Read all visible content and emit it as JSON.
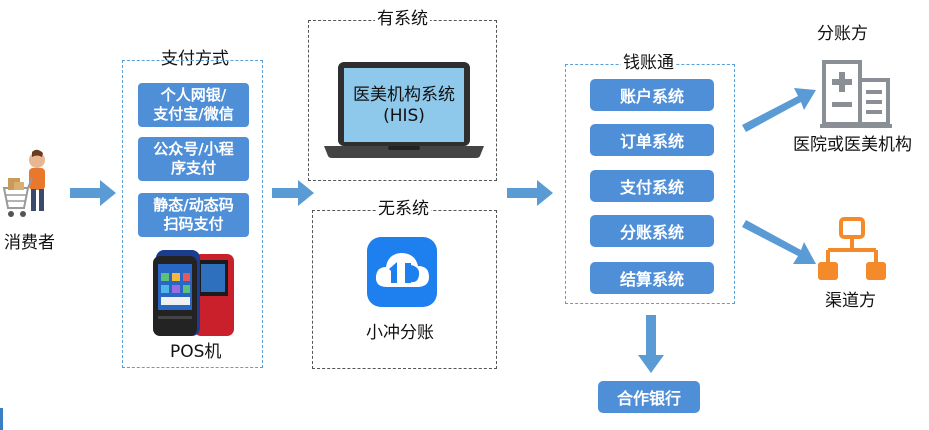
{
  "consumer": {
    "label": "消费者",
    "icon": "shopping-cart-person-icon"
  },
  "payment": {
    "title": "支付方式",
    "items": [
      "个人网银/\n支付宝/微信",
      "公众号/小程\n序支付",
      "静态/动态码\n扫码支付"
    ],
    "pos_label": "POS机",
    "pos_icon": "pos-terminal-icon"
  },
  "has_system": {
    "title": "有系统",
    "screen_text": "医美机构系统\n(HIS)",
    "icon": "laptop-icon"
  },
  "no_system": {
    "title": "无系统",
    "app_label": "小冲分账",
    "icon": "cloud-app-icon"
  },
  "qianzhangtong": {
    "title": "钱账通",
    "items": [
      "账户系统",
      "订单系统",
      "支付系统",
      "分账系统",
      "结算系统"
    ]
  },
  "bank": {
    "label": "合作银行"
  },
  "receiver": {
    "title": "分账方",
    "hospital_label": "医院或医美机构",
    "hospital_icon": "hospital-building-icon",
    "channel_label": "渠道方",
    "channel_icon": "org-chart-icon"
  },
  "colors": {
    "accent": "#4f8fd8",
    "arrow": "#5b9bd5",
    "orange": "#f58a2b",
    "gray_icon": "#8a8f96"
  }
}
